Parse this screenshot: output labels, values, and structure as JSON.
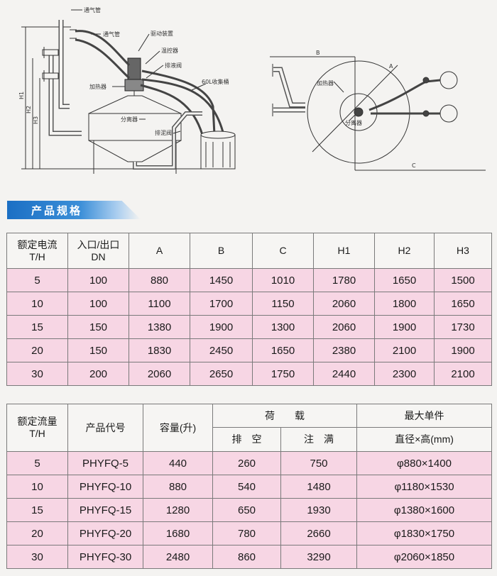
{
  "diagram": {
    "labels": {
      "vent_pipe_1": "通气管",
      "vent_pipe_2": "通气管",
      "drive": "驱动装置",
      "temp_ctrl": "温控器",
      "drain_valve": "排液阀",
      "heater": "加热器",
      "collector": "60L收集桶",
      "separator": "分离器",
      "sludge_valve": "排泥阀",
      "h1": "H1",
      "h2": "H2",
      "h3": "H3",
      "plan_heater": "加热器",
      "plan_separator": "分离器",
      "dim_b": "B",
      "dim_c": "C",
      "dim_a": "A"
    }
  },
  "section_title": "产品规格",
  "table1": {
    "headers": [
      "额定电流\nT/H",
      "入口/出口\nDN",
      "A",
      "B",
      "C",
      "H1",
      "H2",
      "H3"
    ],
    "rows": [
      [
        "5",
        "100",
        "880",
        "1450",
        "1010",
        "1780",
        "1650",
        "1500"
      ],
      [
        "10",
        "100",
        "1100",
        "1700",
        "1150",
        "2060",
        "1800",
        "1650"
      ],
      [
        "15",
        "150",
        "1380",
        "1900",
        "1300",
        "2060",
        "1900",
        "1730"
      ],
      [
        "20",
        "150",
        "1830",
        "2450",
        "1650",
        "2380",
        "2100",
        "1900"
      ],
      [
        "30",
        "200",
        "2060",
        "2650",
        "1750",
        "2440",
        "2300",
        "2100"
      ]
    ]
  },
  "table2": {
    "headers": {
      "flow": "额定流量\nT/H",
      "code": "产品代号",
      "capacity": "容量(升)",
      "load": "荷　　载",
      "empty": "排　空",
      "full": "注　满",
      "max_unit": "最大单件",
      "dims": "直径×高(mm)"
    },
    "rows": [
      [
        "5",
        "PHYFQ-5",
        "440",
        "260",
        "750",
        "φ880×1400"
      ],
      [
        "10",
        "PHYFQ-10",
        "880",
        "540",
        "1480",
        "φ1180×1530"
      ],
      [
        "15",
        "PHYFQ-15",
        "1280",
        "650",
        "1930",
        "φ1380×1600"
      ],
      [
        "20",
        "PHYFQ-20",
        "1680",
        "780",
        "2660",
        "φ1830×1750"
      ],
      [
        "30",
        "PHYFQ-30",
        "2480",
        "860",
        "3290",
        "φ2060×1850"
      ]
    ]
  }
}
